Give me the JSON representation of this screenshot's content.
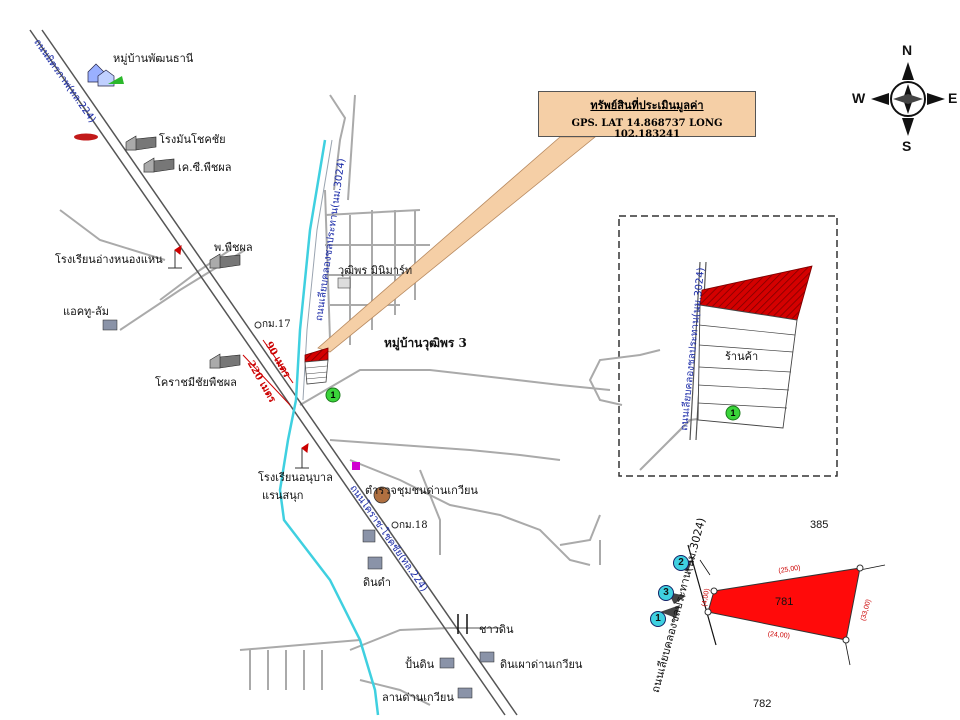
{
  "callout": {
    "title": "ทรัพย์สินที่ประเมินมูลค่า",
    "gps": "GPS. LAT 14.868737    LONG 102.183241"
  },
  "compass": {
    "n": "N",
    "s": "S",
    "e": "E",
    "w": "W"
  },
  "places": {
    "village1": "หมู่บ้านพัฒนธานี",
    "factory1": "โรงมันโชคชัย",
    "kc": "เค.ซี.พืชผล",
    "school1": "โรงเรียนอ่างหนองแหน",
    "pp": "พ.พืชผล",
    "aekk": "แอคทู-ลัม",
    "korat": "โคราชมีชัยพืชผล",
    "vutthipon_mini": "วุฒิพร มินิมาร์ท",
    "village3": "หมู่บ้านวุฒิพร 3",
    "school2_a": "โรงเรียนอนุบาล",
    "school2_b": "แรนสนุก",
    "police": "ตำรวจชุมชนด่านเกวียน",
    "dindam": "ดินดำ",
    "chao_din": "ชาวดิน",
    "pan_din": "ปั้นดิน",
    "din_phao": "ดินเผาด่านเกวียน",
    "lan_dan": "ลานด่านเกวียน",
    "shop": "ร้านค้า"
  },
  "roads": {
    "highway": "ถนนมิตรภาพ(ทล.224)",
    "highway2": "ถนนโคราช-โชคชัย(ทล.224)",
    "local": "ถนนเลียบคลองชลประทาน(นม.3024)",
    "local_inset": "ถนนเลียบคลองชลประทาน(นม.3024)",
    "local_plot": "ถนนเลียบคลองชลประทาน(นม.3024)"
  },
  "markers": {
    "km17": "กม.17",
    "km18": "กม.18"
  },
  "distances": {
    "d90": "90 เมตร",
    "d220": "220 เมตร"
  },
  "points": {
    "p1": "1",
    "p2": "2",
    "p3": "3"
  },
  "plot": {
    "parcel": "781",
    "north": "385",
    "south": "782",
    "dim_top": "(25,00)",
    "dim_right": "(33,00)",
    "dim_bottom": "(24,00)",
    "dim_left": "(4,00)"
  },
  "colors": {
    "highway": "#555555",
    "canal": "#3fd0e0",
    "property": "#d40000",
    "local_road": "#aaaaaa",
    "point_marker": "#3ad43a",
    "callout_bg": "#f5cfa6"
  }
}
